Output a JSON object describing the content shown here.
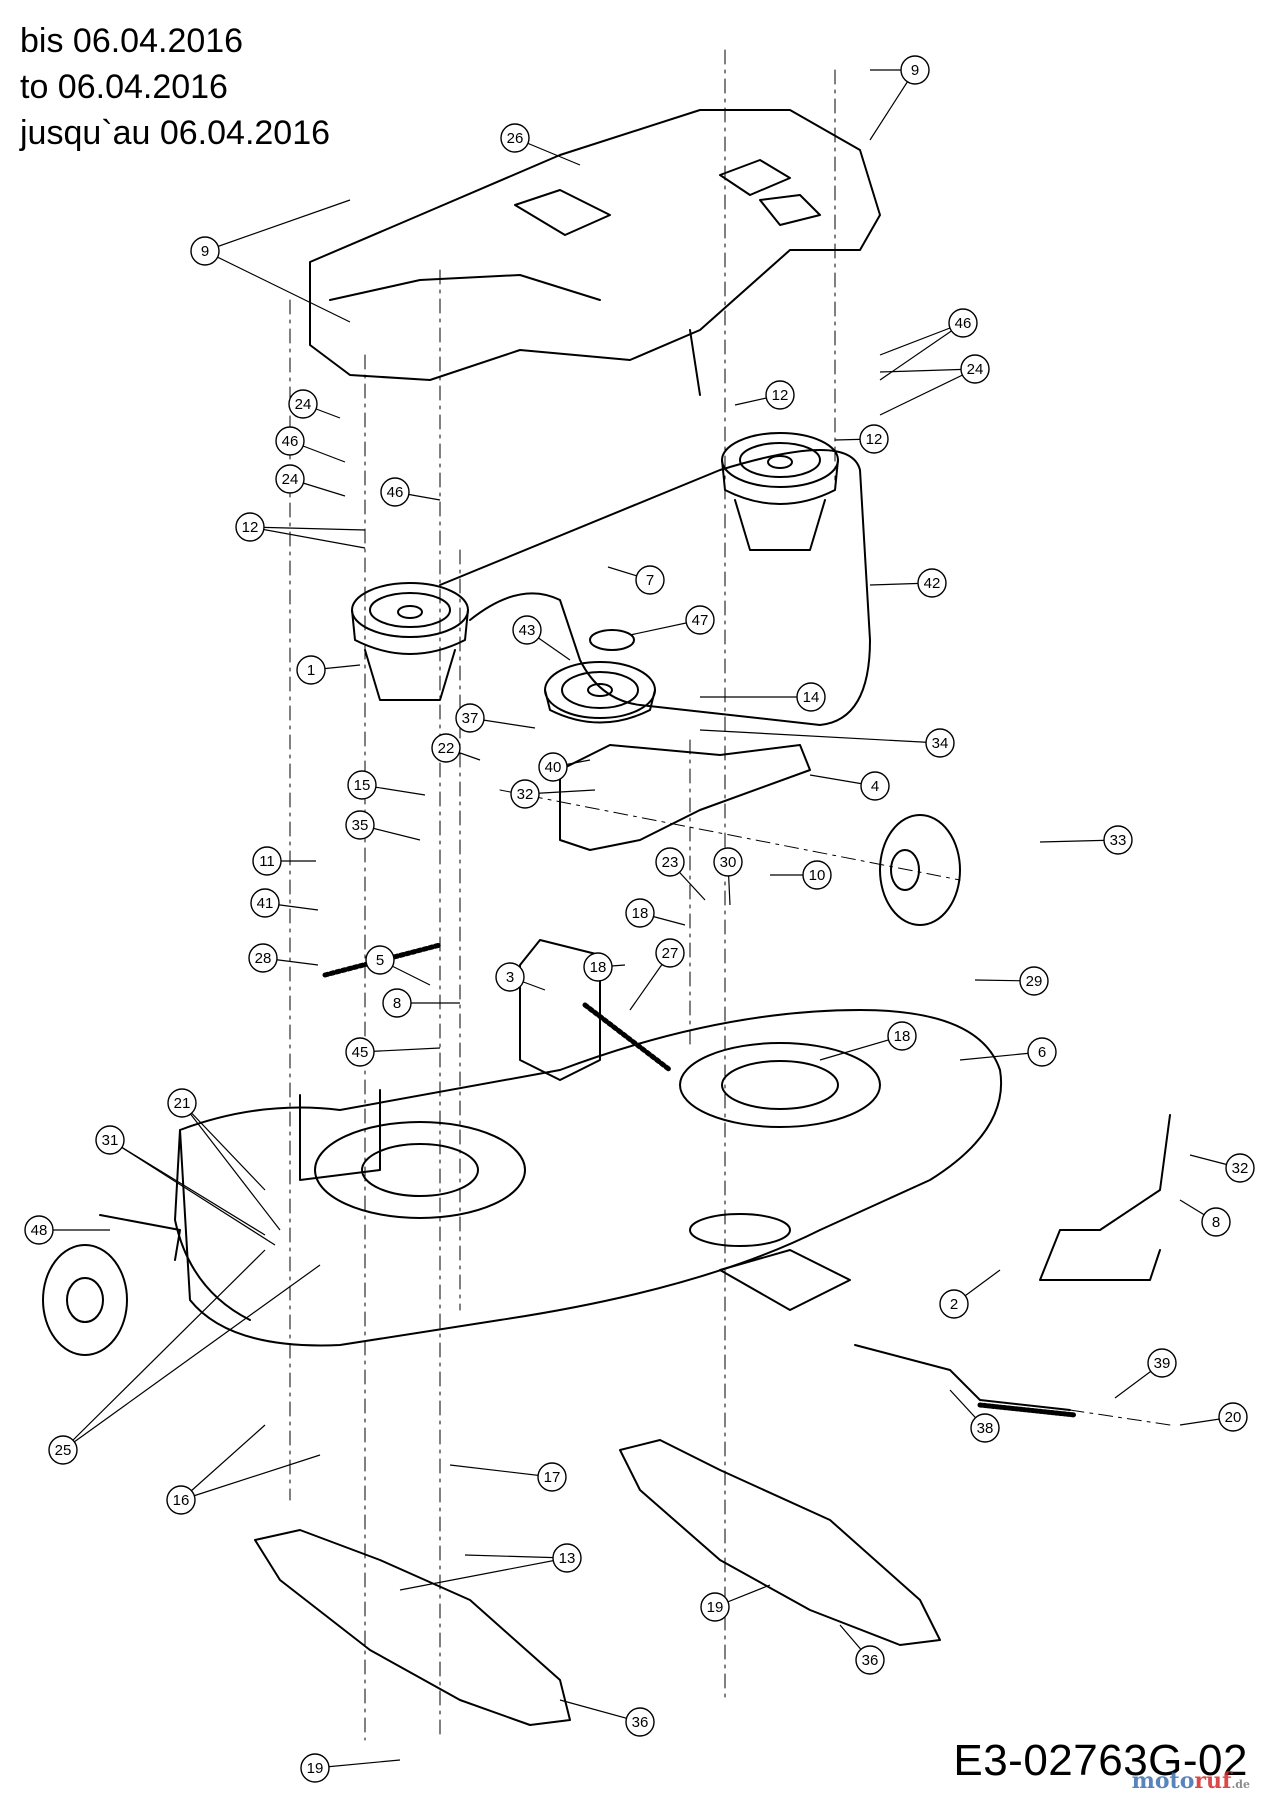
{
  "header": {
    "lines": [
      "bis 06.04.2016",
      "to 06.04.2016",
      "jusqu`au 06.04.2016"
    ]
  },
  "drawing_code": "E3-02763G-02",
  "watermark": {
    "part1": "moto",
    "part2": "ruf",
    "part3": ".de"
  },
  "part_labels": [
    "1",
    "2",
    "3",
    "4",
    "5",
    "6",
    "7",
    "8",
    "9",
    "10",
    "11",
    "12",
    "13",
    "14",
    "15",
    "16",
    "17",
    "18",
    "19",
    "20",
    "21",
    "22",
    "23",
    "24",
    "25",
    "26",
    "27",
    "28",
    "29",
    "30",
    "31",
    "32",
    "33",
    "34",
    "35",
    "36",
    "37",
    "38",
    "39",
    "40",
    "41",
    "42",
    "43",
    "45",
    "46",
    "47",
    "48"
  ],
  "colors": {
    "line": "#000000",
    "background": "#ffffff"
  }
}
